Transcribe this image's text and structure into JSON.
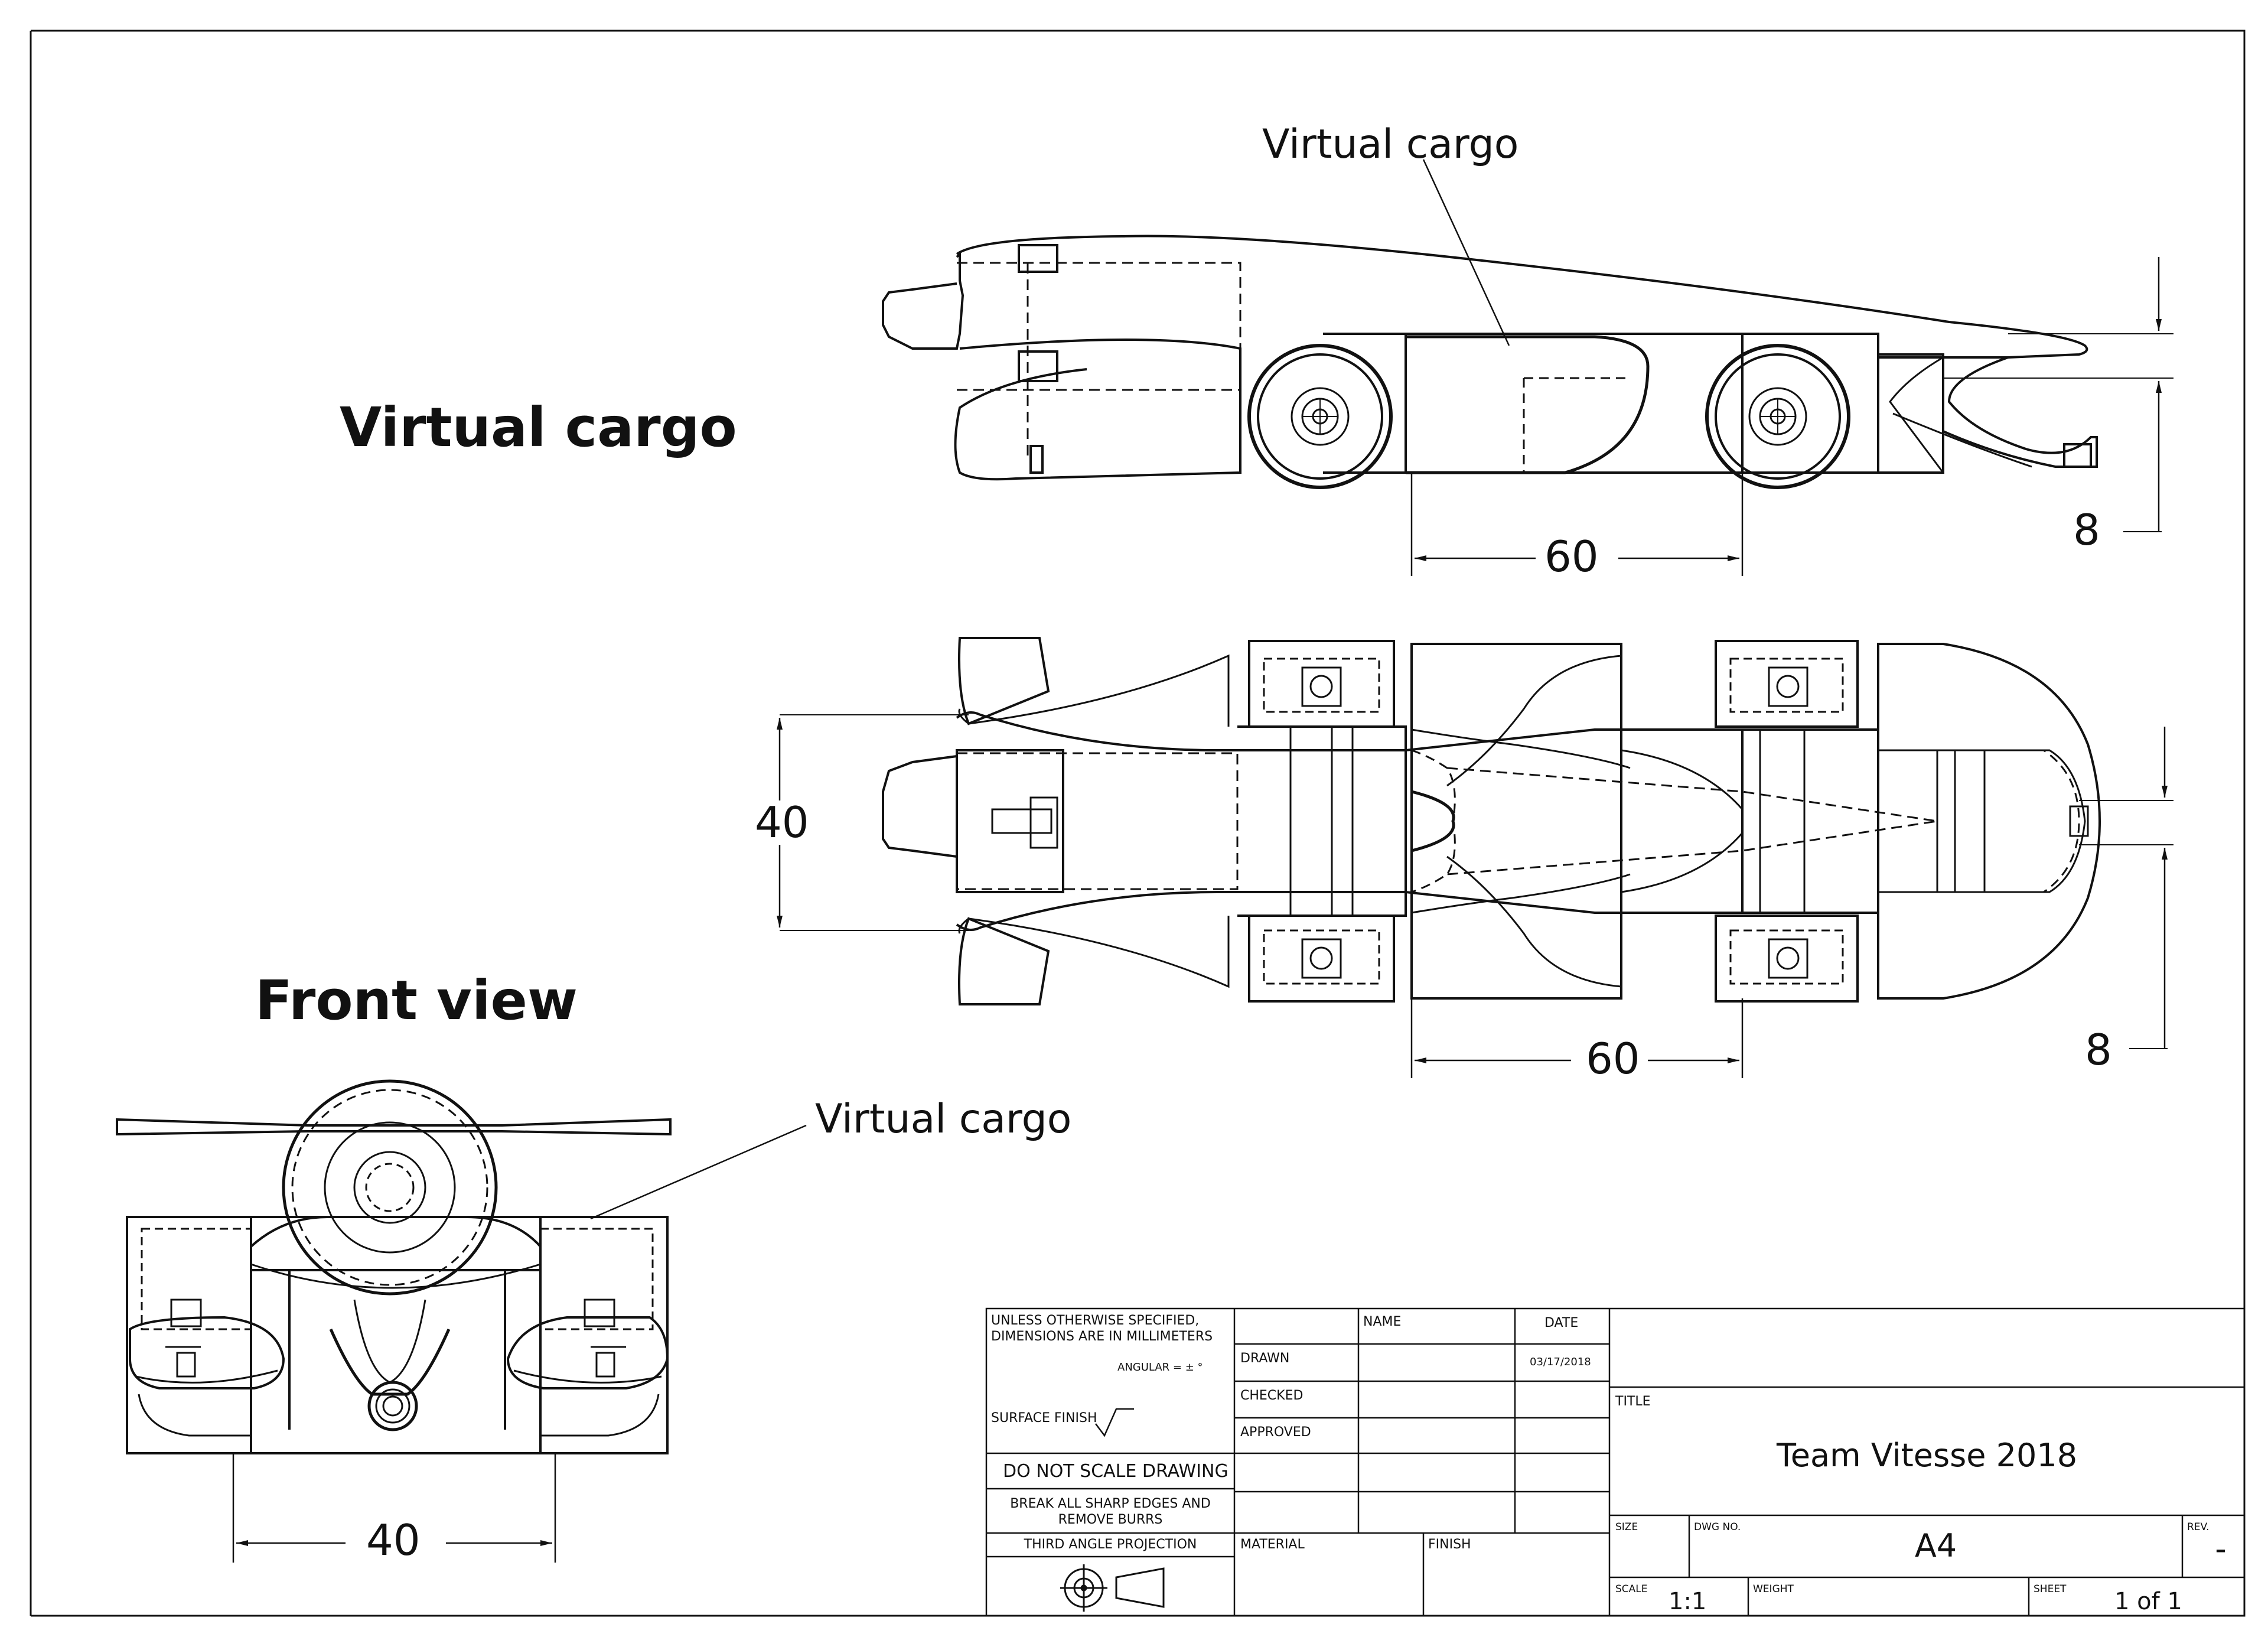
{
  "views": {
    "side_heading": "Virtual cargo",
    "front_heading": "Front view",
    "side_callout": "Virtual cargo",
    "front_callout": "Virtual cargo"
  },
  "dimensions": {
    "side_wheelbase": "60",
    "side_height": "8",
    "top_width": "40",
    "top_wheelbase": "60",
    "top_offset": "8",
    "front_track": "40"
  },
  "title_block": {
    "general_note": "UNLESS OTHERWISE SPECIFIED, DIMENSIONS ARE IN MILLIMETERS",
    "angular_note": "ANGULAR = ± °",
    "surface_finish": "SURFACE FINISH",
    "do_not_scale": "DO NOT SCALE DRAWING",
    "break_edges": "BREAK ALL SHARP EDGES AND REMOVE BURRS",
    "projection": "THIRD ANGLE PROJECTION",
    "name_header": "NAME",
    "date_header": "DATE",
    "drawn_label": "DRAWN",
    "drawn_date": "03/17/2018",
    "checked_label": "CHECKED",
    "approved_label": "APPROVED",
    "material_label": "MATERIAL",
    "finish_label": "FINISH",
    "title_label": "TITLE",
    "title_value": "Team Vitesse 2018",
    "size_label": "SIZE",
    "dwg_no_label": "DWG NO.",
    "dwg_no_value": "A4",
    "rev_label": "REV.",
    "rev_value": "-",
    "scale_label": "SCALE",
    "scale_value": "1:1",
    "weight_label": "WEIGHT",
    "sheet_label": "SHEET",
    "sheet_value": "1 of 1"
  }
}
